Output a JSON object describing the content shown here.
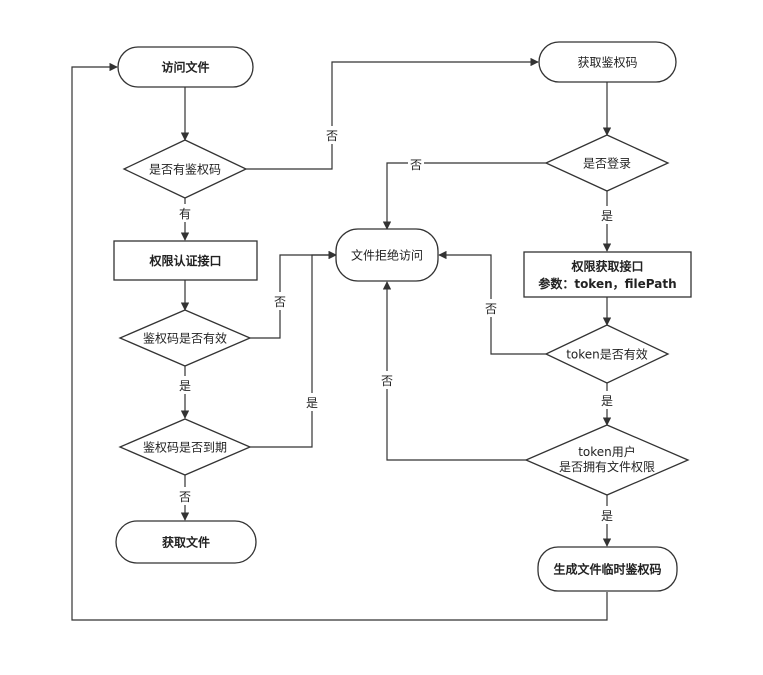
{
  "nodes": {
    "access_file": "访问文件",
    "has_code_q": "是否有鉴权码",
    "auth_api": "权限认证接口",
    "code_valid_q": "鉴权码是否有效",
    "code_expired_q": "鉴权码是否到期",
    "get_file": "获取文件",
    "deny_access": "文件拒绝访问",
    "get_code": "获取鉴权码",
    "logged_in_q": "是否登录",
    "perm_api_line1": "权限获取接口",
    "perm_api_line2": "参数：token，filePath",
    "token_valid_q": "token是否有效",
    "token_perm_line1": "token用户",
    "token_perm_line2": "是否拥有文件权限",
    "gen_code": "生成文件临时鉴权码"
  },
  "labels": {
    "no_code": "否",
    "has_code": "有",
    "invalid": "否",
    "valid": "是",
    "expired": "是",
    "not_expired": "否",
    "not_logged": "否",
    "logged": "是",
    "token_invalid": "否",
    "token_valid": "是",
    "no_perm": "否",
    "has_perm": "是"
  },
  "colors": {
    "stroke": "#333333",
    "fill": "#ffffff",
    "text": "#222222"
  }
}
